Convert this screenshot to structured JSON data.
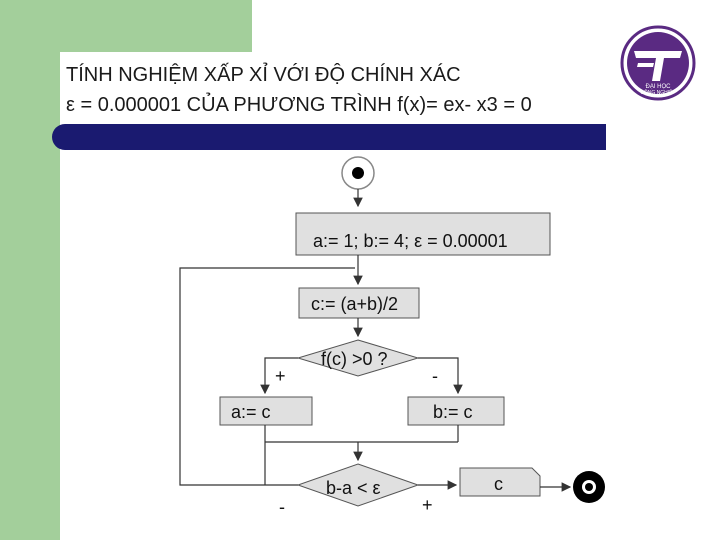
{
  "title": {
    "line1": "TÍNH NGHIỆM XẤP XỈ VỚI ĐỘ CHÍNH XÁC",
    "line2": "ε = 0.000001 CỦA PHƯƠNG TRÌNH f(x)= ex- x3 = 0"
  },
  "logo": {
    "text_top": "ĐẠI HỌC",
    "text_bottom": "CÔNG NGHIỆP"
  },
  "flowchart": {
    "init": "a:= 1; b:= 4; ε = 0.00001",
    "compute_c": "c:= (a+b)/2",
    "condition1": "f(c) >0 ?",
    "yes_label": "+",
    "no_label": "-",
    "assign_a": "a:= c",
    "assign_b": "b:= c",
    "condition2": "b-a < ε",
    "loop_label": "-",
    "exit_label": "+",
    "output": "c"
  },
  "colors": {
    "accent_green": "#a3cf9b",
    "title_bar": "#1a1a70",
    "box_fill": "#e0e0e0"
  }
}
